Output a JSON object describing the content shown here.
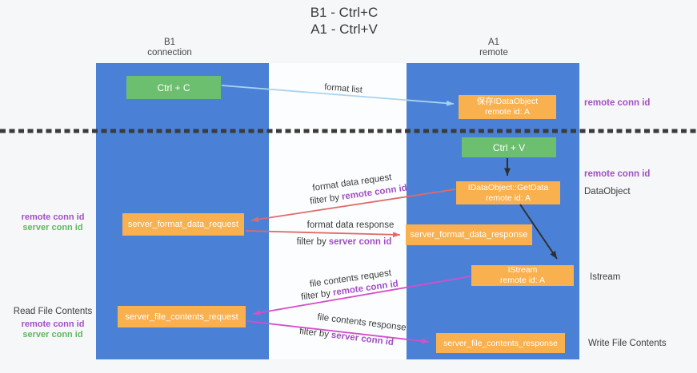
{
  "title": {
    "line1": "B1 - Ctrl+C",
    "line2": "A1 - Ctrl+V"
  },
  "lanes": {
    "left": {
      "name": "B1",
      "subtitle": "connection"
    },
    "right": {
      "name": "A1",
      "subtitle": "remote"
    }
  },
  "boxes": {
    "ctrl_c": {
      "label": "Ctrl + C"
    },
    "ctrl_v": {
      "label": "Ctrl + V"
    },
    "save_dataobject": {
      "line1": "保存IDataObject",
      "line2": "remote id: A"
    },
    "getdata": {
      "line1": "IDataObject::GetData",
      "line2": "remote id: A"
    },
    "istream": {
      "line1": "IStream",
      "line2": "remote id: A"
    },
    "server_format_data_request": {
      "label": "server_format_data_request"
    },
    "server_format_data_response": {
      "label": "server_format_data_response"
    },
    "server_file_contents_request": {
      "label": "server_file_contents_request"
    },
    "server_file_contents_response": {
      "label": "server_file_contents_response"
    }
  },
  "edge_labels": {
    "format_list": "format list",
    "format_data_request": "format data request",
    "format_data_response": "format data response",
    "file_contents_request": "file contents request",
    "file_contents_response": "file contents response",
    "filter_by": "filter by",
    "remote_conn_id": "remote conn id",
    "server_conn_id": "server conn id"
  },
  "side_labels": {
    "left_top": {
      "remote": "remote conn id",
      "server": "server conn id"
    },
    "left_bottom": {
      "title": "Read File Contents",
      "remote": "remote conn id",
      "server": "server conn id"
    },
    "right": {
      "remote_1": "remote conn id",
      "remote_2": "remote conn id",
      "dataobject": "DataObject",
      "istream": "Istream",
      "write": "Write File Contents"
    }
  },
  "colors": {
    "lane_blue": "#4a81d6",
    "box_green": "#6cbf6f",
    "box_orange": "#f9b04e",
    "arrow_light_blue": "#a9d3ef",
    "arrow_red": "#e06a6a",
    "arrow_magenta": "#d44fc8",
    "arrow_black": "#2f2f2f",
    "conn_id_purple": "#a34fc4",
    "conn_id_green": "#61b861"
  }
}
